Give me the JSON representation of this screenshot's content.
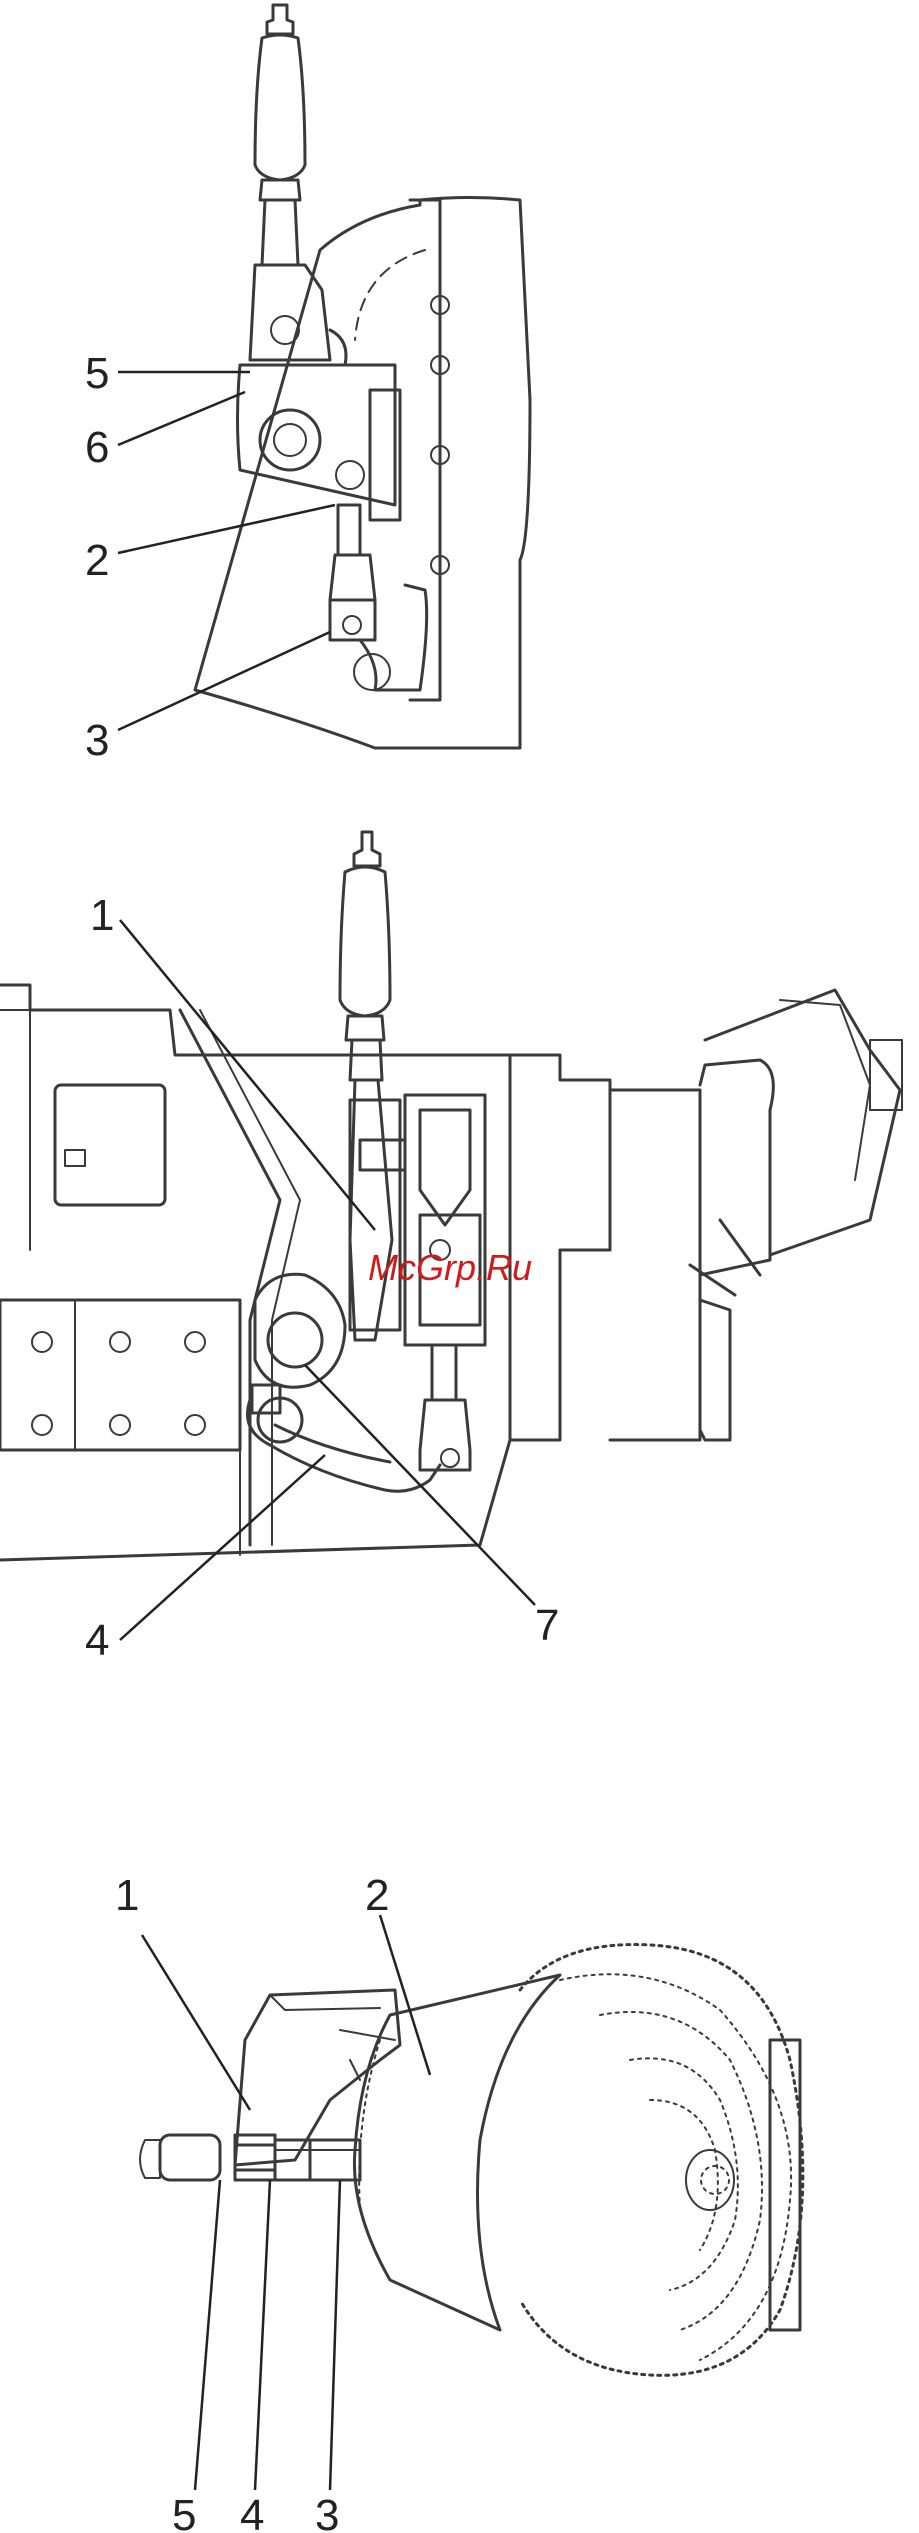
{
  "watermark": "McGrp.Ru",
  "figure_top": {
    "callouts": {
      "c5": "5",
      "c6": "6",
      "c2": "2",
      "c3": "3"
    }
  },
  "figure_middle": {
    "callouts": {
      "c1": "1",
      "c4": "4",
      "c7": "7"
    }
  },
  "figure_bottom": {
    "callouts": {
      "c1": "1",
      "c2": "2",
      "c5": "5",
      "c4": "4",
      "c3": "3"
    }
  }
}
